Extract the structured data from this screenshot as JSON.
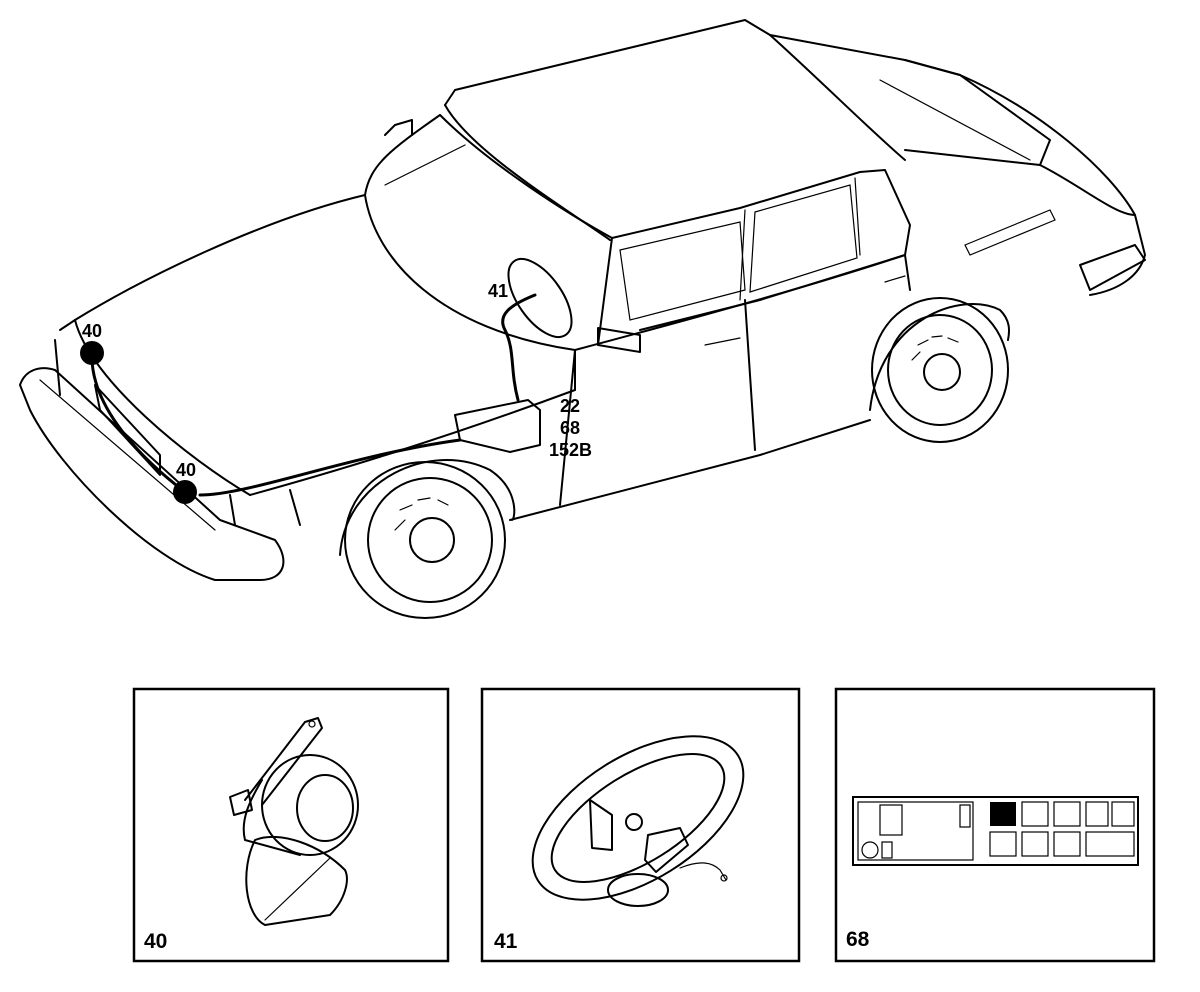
{
  "callouts": {
    "horn_front_upper": "40",
    "horn_front_lower": "40",
    "steering_wheel": "41",
    "fuse_box_a": "22",
    "fuse_box_b": "68",
    "fuse_box_c": "152B"
  },
  "panels": [
    {
      "caption": "40",
      "icon": "horn-icon"
    },
    {
      "caption": "41",
      "icon": "steering-wheel-icon"
    },
    {
      "caption": "68",
      "icon": "fuse-box-icon"
    }
  ]
}
